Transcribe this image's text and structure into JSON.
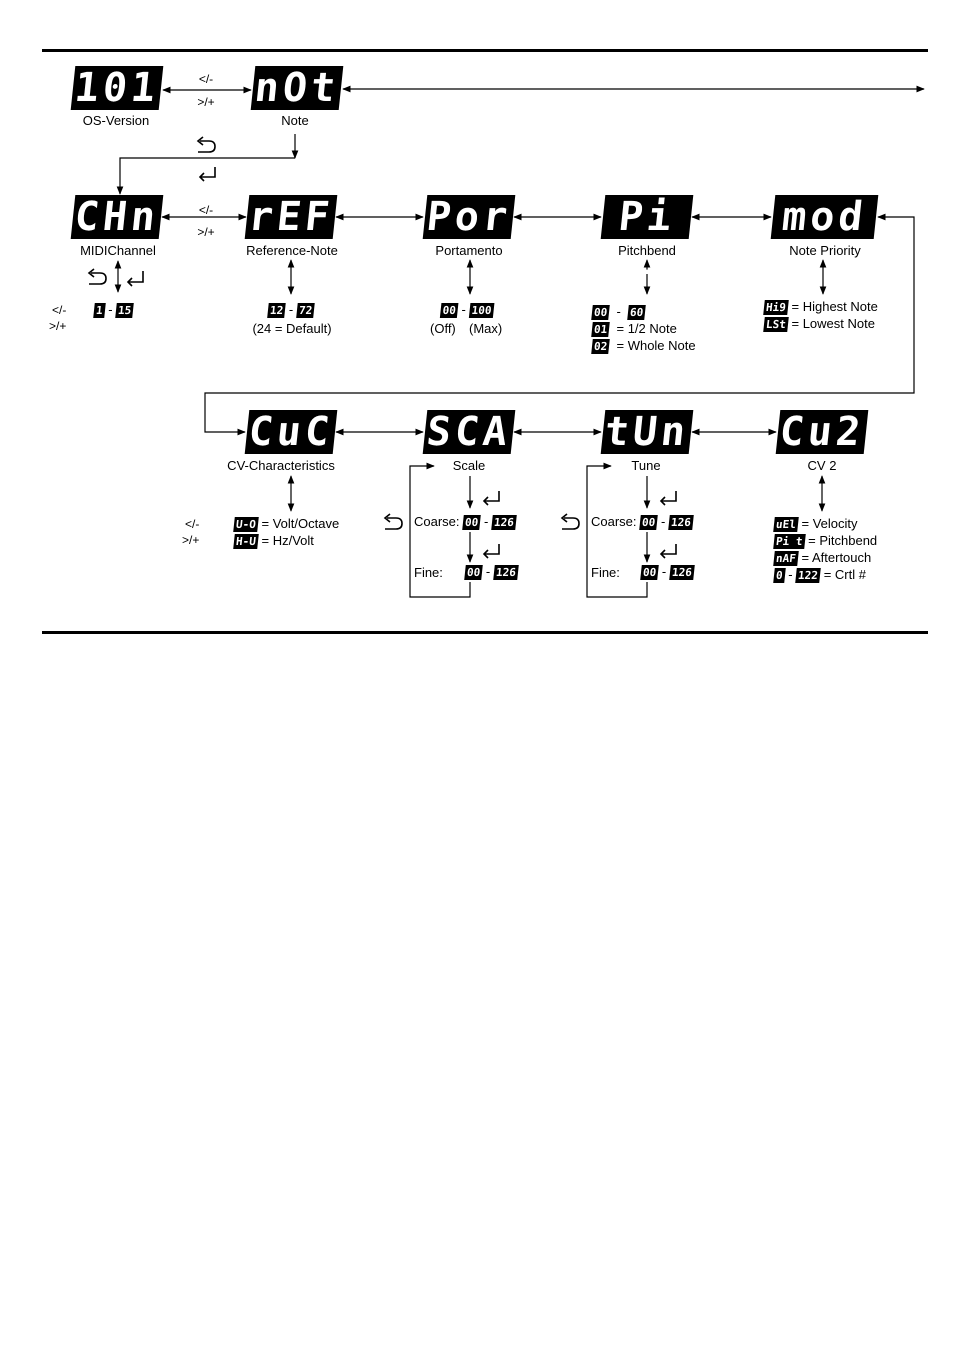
{
  "nav": {
    "prev": "</-",
    "next": ">/+"
  },
  "os": {
    "display": "101",
    "label": "OS-Version"
  },
  "note": {
    "display": "nOt",
    "label": "Note"
  },
  "chn": {
    "display": "CHn",
    "label": "MIDIChannel",
    "min": "1",
    "max": "15",
    "sep": "-"
  },
  "ref": {
    "display": "rEF",
    "label": "Reference-Note",
    "min": "12",
    "max": "72",
    "sep": "-",
    "note": "(24  =  Default)"
  },
  "por": {
    "display": "Por",
    "label": "Portamento",
    "min": "00",
    "max": "100",
    "sep": "-",
    "note_off": "(Off)",
    "note_max": "(Max)"
  },
  "pit": {
    "display": "Pi t",
    "label": "Pitchbend",
    "min": "00",
    "max": "60",
    "sep": "-",
    "opt1_code": "01",
    "opt1_text": "=  1/2 Note",
    "opt2_code": "02",
    "opt2_text": "=  Whole Note"
  },
  "mod": {
    "display": "mod",
    "label": "Note Priority",
    "opt1_code": "Hi9",
    "opt1_text": "= Highest Note",
    "opt2_code": "LSt",
    "opt2_text": "= Lowest Note"
  },
  "cvc": {
    "display": "CuC",
    "label": "CV-Characteristics",
    "opt1_code": "U-O",
    "opt1_text": "= Volt/Octave",
    "opt2_code": "H-U",
    "opt2_text": "= Hz/Volt"
  },
  "sca": {
    "display": "SCA",
    "label": "Scale",
    "coarse_label": "Coarse:",
    "coarse_min": "00",
    "coarse_max": "126",
    "fine_label": "Fine:",
    "fine_min": "00",
    "fine_max": "126",
    "sep": "-"
  },
  "tun": {
    "display": "tUn",
    "label": "Tune",
    "coarse_label": "Coarse:",
    "coarse_min": "00",
    "coarse_max": "126",
    "fine_label": "Fine:",
    "fine_min": "00",
    "fine_max": "126",
    "sep": "-"
  },
  "cv2": {
    "display": "Cu2",
    "label": "CV 2",
    "opt1_code": "uEl",
    "opt1_text": "= Velocity",
    "opt2_code": "Pi t",
    "opt2_text": "= Pitchbend",
    "opt3_code": "nAF",
    "opt3_text": "= Aftertouch",
    "opt4_min": "0",
    "opt4_max": "122",
    "opt4_sep": "-",
    "opt4_text": "= Crtl #"
  },
  "icons": {
    "back": "undo-arrow-icon",
    "enter": "enter-arrow-icon"
  },
  "colors": {
    "display_bg": "#000000",
    "display_fg": "#ffffff",
    "line": "#000000"
  }
}
